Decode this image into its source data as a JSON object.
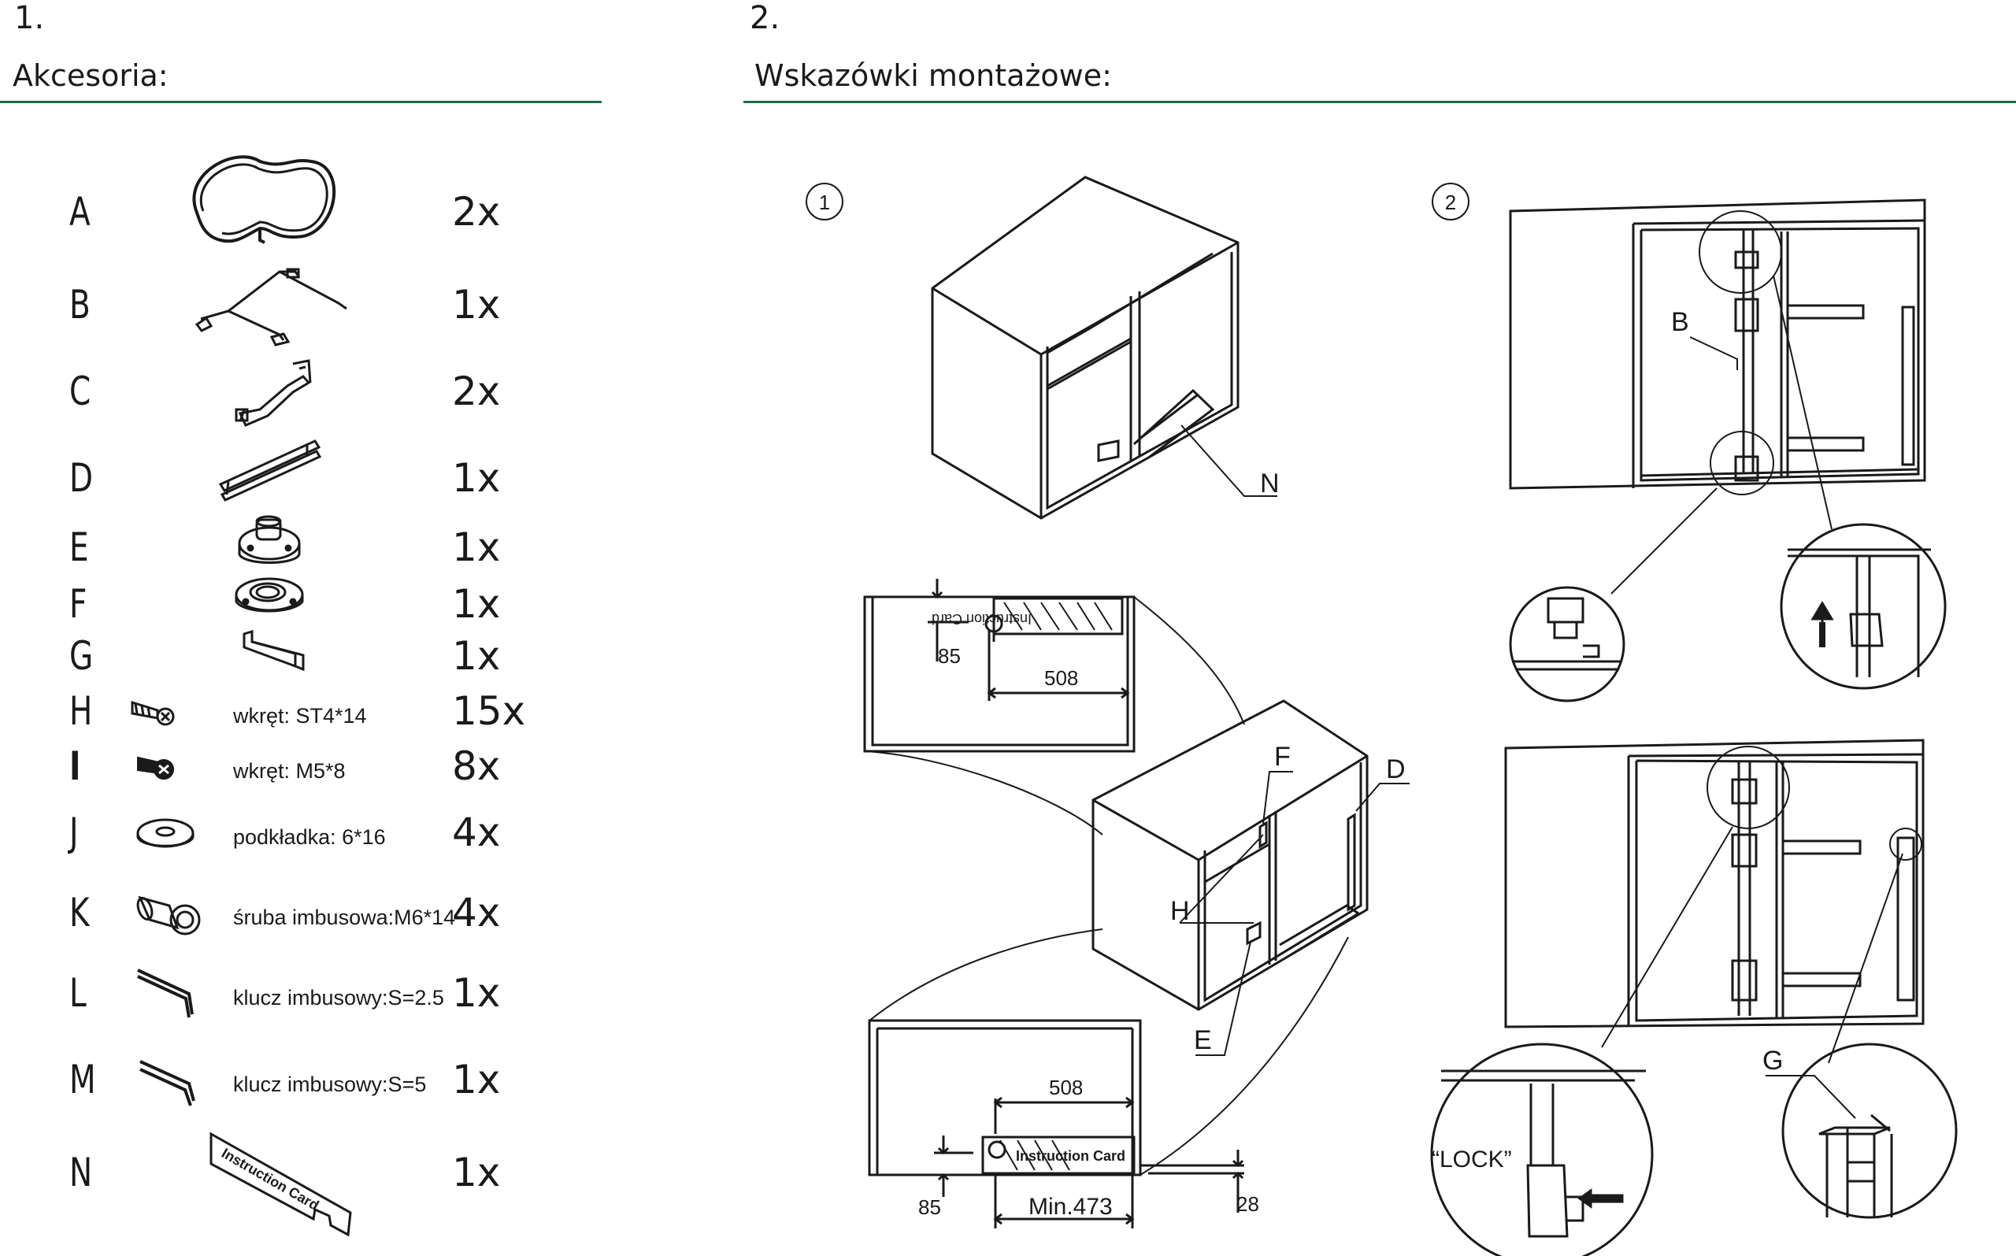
{
  "sections": {
    "accessories": {
      "number": "1.",
      "title": "Akcesoria:"
    },
    "assembly": {
      "number": "2.",
      "title": "Wskazówki montażowe:"
    }
  },
  "accessories": [
    {
      "letter": "A",
      "desc": "",
      "qty": "2x",
      "icon": "tray-icon"
    },
    {
      "letter": "B",
      "desc": "",
      "qty": "1x",
      "icon": "arm-bracket-icon"
    },
    {
      "letter": "C",
      "desc": "",
      "qty": "2x",
      "icon": "hinge-bracket-icon"
    },
    {
      "letter": "D",
      "desc": "",
      "qty": "1x",
      "icon": "rail-icon"
    },
    {
      "letter": "E",
      "desc": "",
      "qty": "1x",
      "icon": "base-mount-icon"
    },
    {
      "letter": "F",
      "desc": "",
      "qty": "1x",
      "icon": "top-mount-icon"
    },
    {
      "letter": "G",
      "desc": "",
      "qty": "1x",
      "icon": "stop-clip-icon"
    },
    {
      "letter": "H",
      "desc": "wkręt: ST4*14",
      "qty": "15x",
      "icon": "screw-icon"
    },
    {
      "letter": "I",
      "desc": "wkręt: M5*8",
      "qty": "8x",
      "icon": "machine-screw-icon"
    },
    {
      "letter": "J",
      "desc": "podkładka:  6*16",
      "qty": "4x",
      "icon": "washer-icon"
    },
    {
      "letter": "K",
      "desc": "śruba imbusowa:M6*14",
      "qty": "4x",
      "icon": "hex-bolt-icon"
    },
    {
      "letter": "L",
      "desc": "klucz imbusowy:S=2.5",
      "qty": "1x",
      "icon": "hex-key-icon"
    },
    {
      "letter": "M",
      "desc": "klucz imbusowy:S=5",
      "qty": "1x",
      "icon": "hex-key-icon"
    },
    {
      "letter": "N",
      "desc": "",
      "qty": "1x",
      "icon": "instruction-card-icon"
    }
  ],
  "step1": {
    "badge": "1",
    "card_text": "Instruction Card",
    "labels": {
      "N": "N",
      "F": "F",
      "D": "D",
      "H": "H",
      "E": "E"
    },
    "dims_top": {
      "height": "85",
      "width": "508"
    },
    "dims_bottom": {
      "width": "508",
      "height": "85",
      "min": "Min.473",
      "gap": "28"
    }
  },
  "step2": {
    "badge": "2",
    "labels": {
      "B": "B",
      "G": "G",
      "lock": "“LOCK”"
    }
  },
  "colors": {
    "rule": "#1d6b44",
    "ink": "#1a1a1a"
  }
}
